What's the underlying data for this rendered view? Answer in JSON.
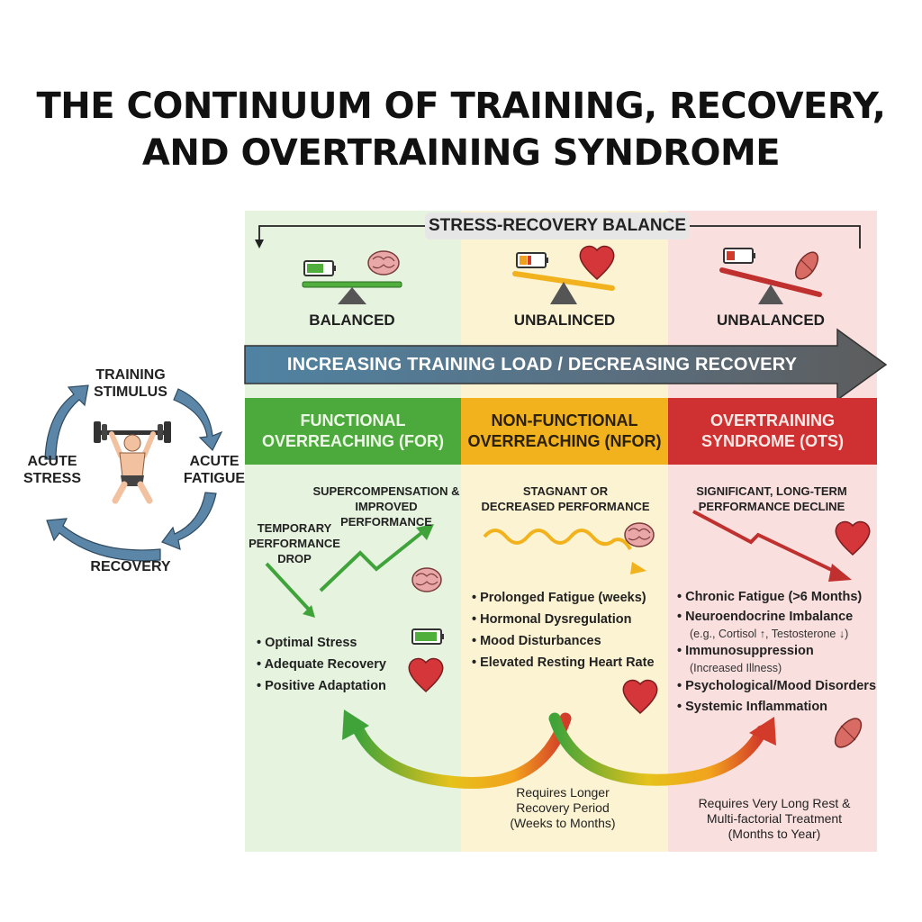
{
  "title": {
    "line1": "THE CONTINUUM OF TRAINING, RECOVERY,",
    "line2": "AND OVERTRAINING SYNDROME"
  },
  "balance": {
    "header": "STRESS-RECOVERY BALANCE",
    "states": [
      "BALANCED",
      "UNBALINCED",
      "UNBALANCED"
    ]
  },
  "load_arrow": "INCREASING TRAINING LOAD / DECREASING RECOVERY",
  "cycle": {
    "training_stimulus": [
      "TRAINING",
      "STIMULUS"
    ],
    "acute_fatigue": [
      "ACUTE",
      "FATIGUE"
    ],
    "acute_stress": [
      "ACUTE",
      "STRESS"
    ],
    "recovery": "RECOVERY"
  },
  "stages": [
    {
      "heading": [
        "FUNCTIONAL",
        "OVERREACHING (FOR)"
      ],
      "color": "#4ca93b",
      "performance": [
        "SUPERCOMPENSATION &",
        "IMPROVED PERFORMANCE"
      ],
      "dip_label": [
        "TEMPORARY",
        "PERFORMANCE",
        "DROP"
      ],
      "bullets": [
        "• Optimal Stress",
        "• Adequate Recovery",
        "• Positive Adaptation"
      ]
    },
    {
      "heading": [
        "NON-FUNCTIONAL",
        "OVERREACHING (NFOR)"
      ],
      "color": "#f2b21d",
      "performance": [
        "STAGNANT OR",
        "DECREASED PERFORMANCE"
      ],
      "bullets": [
        "• Prolonged Fatigue (weeks)",
        "• Hormonal Dysregulation",
        "• Mood Disturbances",
        "• Elevated Resting Heart Rate"
      ],
      "footer": [
        "Requires Longer",
        "Recovery Period",
        "(Weeks to Months)"
      ]
    },
    {
      "heading": [
        "OVERTRAINING",
        "SYNDROME (OTS)"
      ],
      "color": "#cf3132",
      "performance": [
        "SIGNIFICANT, LONG-TERM",
        "PERFORMANCE DECLINE"
      ],
      "bullets": [
        "• Chronic Fatigue (>6 Months)",
        "• Neuroendocrine Imbalance",
        "(e.g., Cortisol ↑, Testosterone ↓)",
        "• Immunosuppression",
        "(Increased Illness)",
        "• Psychological/Mood Disorders",
        "• Systemic Inflammation"
      ],
      "footer": [
        "Requires Very Long Rest &",
        "Multi-factorial Treatment",
        "(Months to Year)"
      ]
    }
  ],
  "icons": [
    "battery-icon",
    "brain-icon",
    "heart-icon",
    "muscle-icon",
    "weightlifter-icon",
    "scale-icon"
  ],
  "colors": {
    "green": "#4ca93b",
    "yellow": "#f2b21d",
    "red": "#cf3132",
    "cycle_blue": "#5b86a8"
  }
}
